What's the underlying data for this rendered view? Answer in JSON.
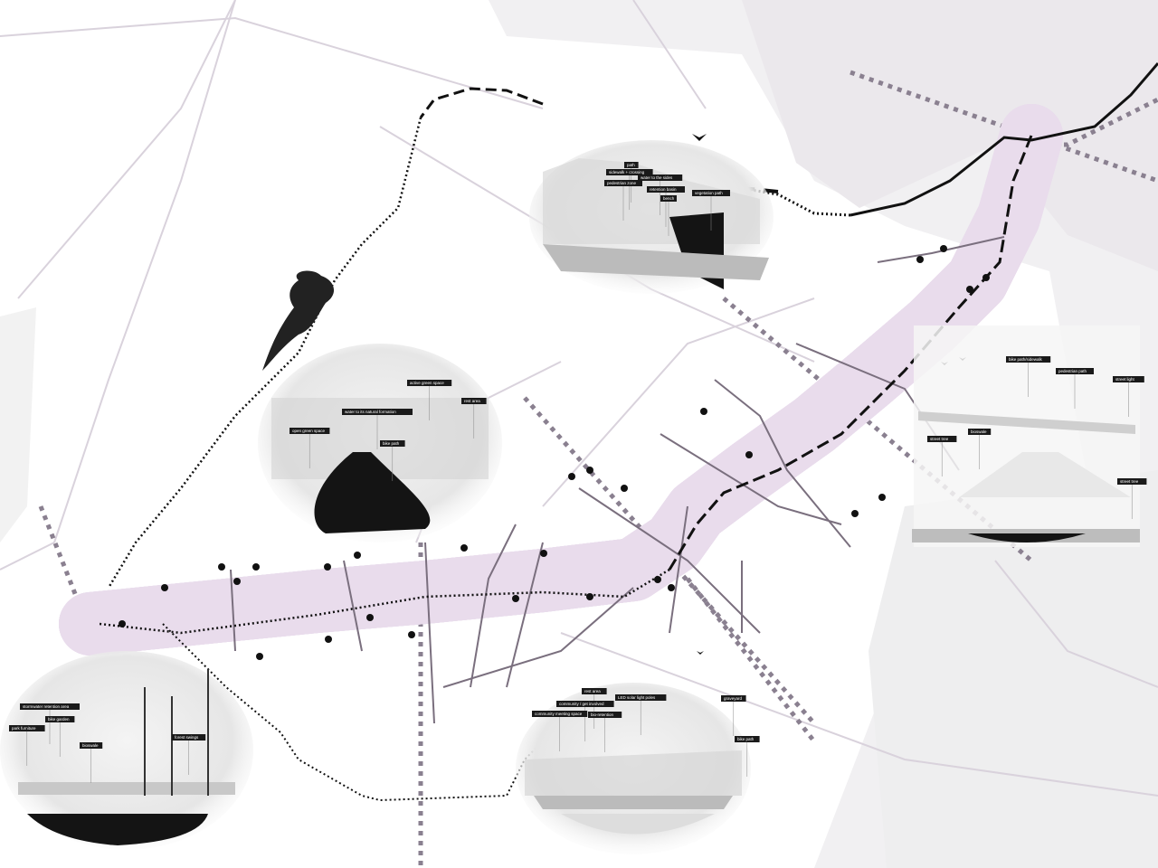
{
  "map": {
    "colors": {
      "corridor": "#8a6a9a",
      "road": "#6e6472",
      "land": "#efeef0",
      "vignette_dark": "#141414"
    }
  },
  "vignettes": [
    {
      "id": "top-canal",
      "labels": [
        "path",
        "sidewalk + crossing",
        "pedestrian zone",
        "water to the sides",
        "retention basin",
        "bench",
        "vegetation path"
      ]
    },
    {
      "id": "center-park",
      "labels": [
        "active green space",
        "water to its natural formation",
        "open green space",
        "bike path",
        "rest area"
      ]
    },
    {
      "id": "right-street",
      "labels": [
        "bike path/sidewalk",
        "pedestrian path",
        "street light",
        "street tree",
        "bioswale",
        "street tree"
      ]
    },
    {
      "id": "bottom-left-forest",
      "labels": [
        "stormwater retention area",
        "bike garden",
        "park furniture",
        "bioswale",
        "forest swings"
      ]
    },
    {
      "id": "bottom-community",
      "labels": [
        "rest area",
        "community / get involved",
        "community meeting space",
        "bio-retention",
        "LED solar light poles",
        "graveyard",
        "bike path"
      ]
    }
  ]
}
